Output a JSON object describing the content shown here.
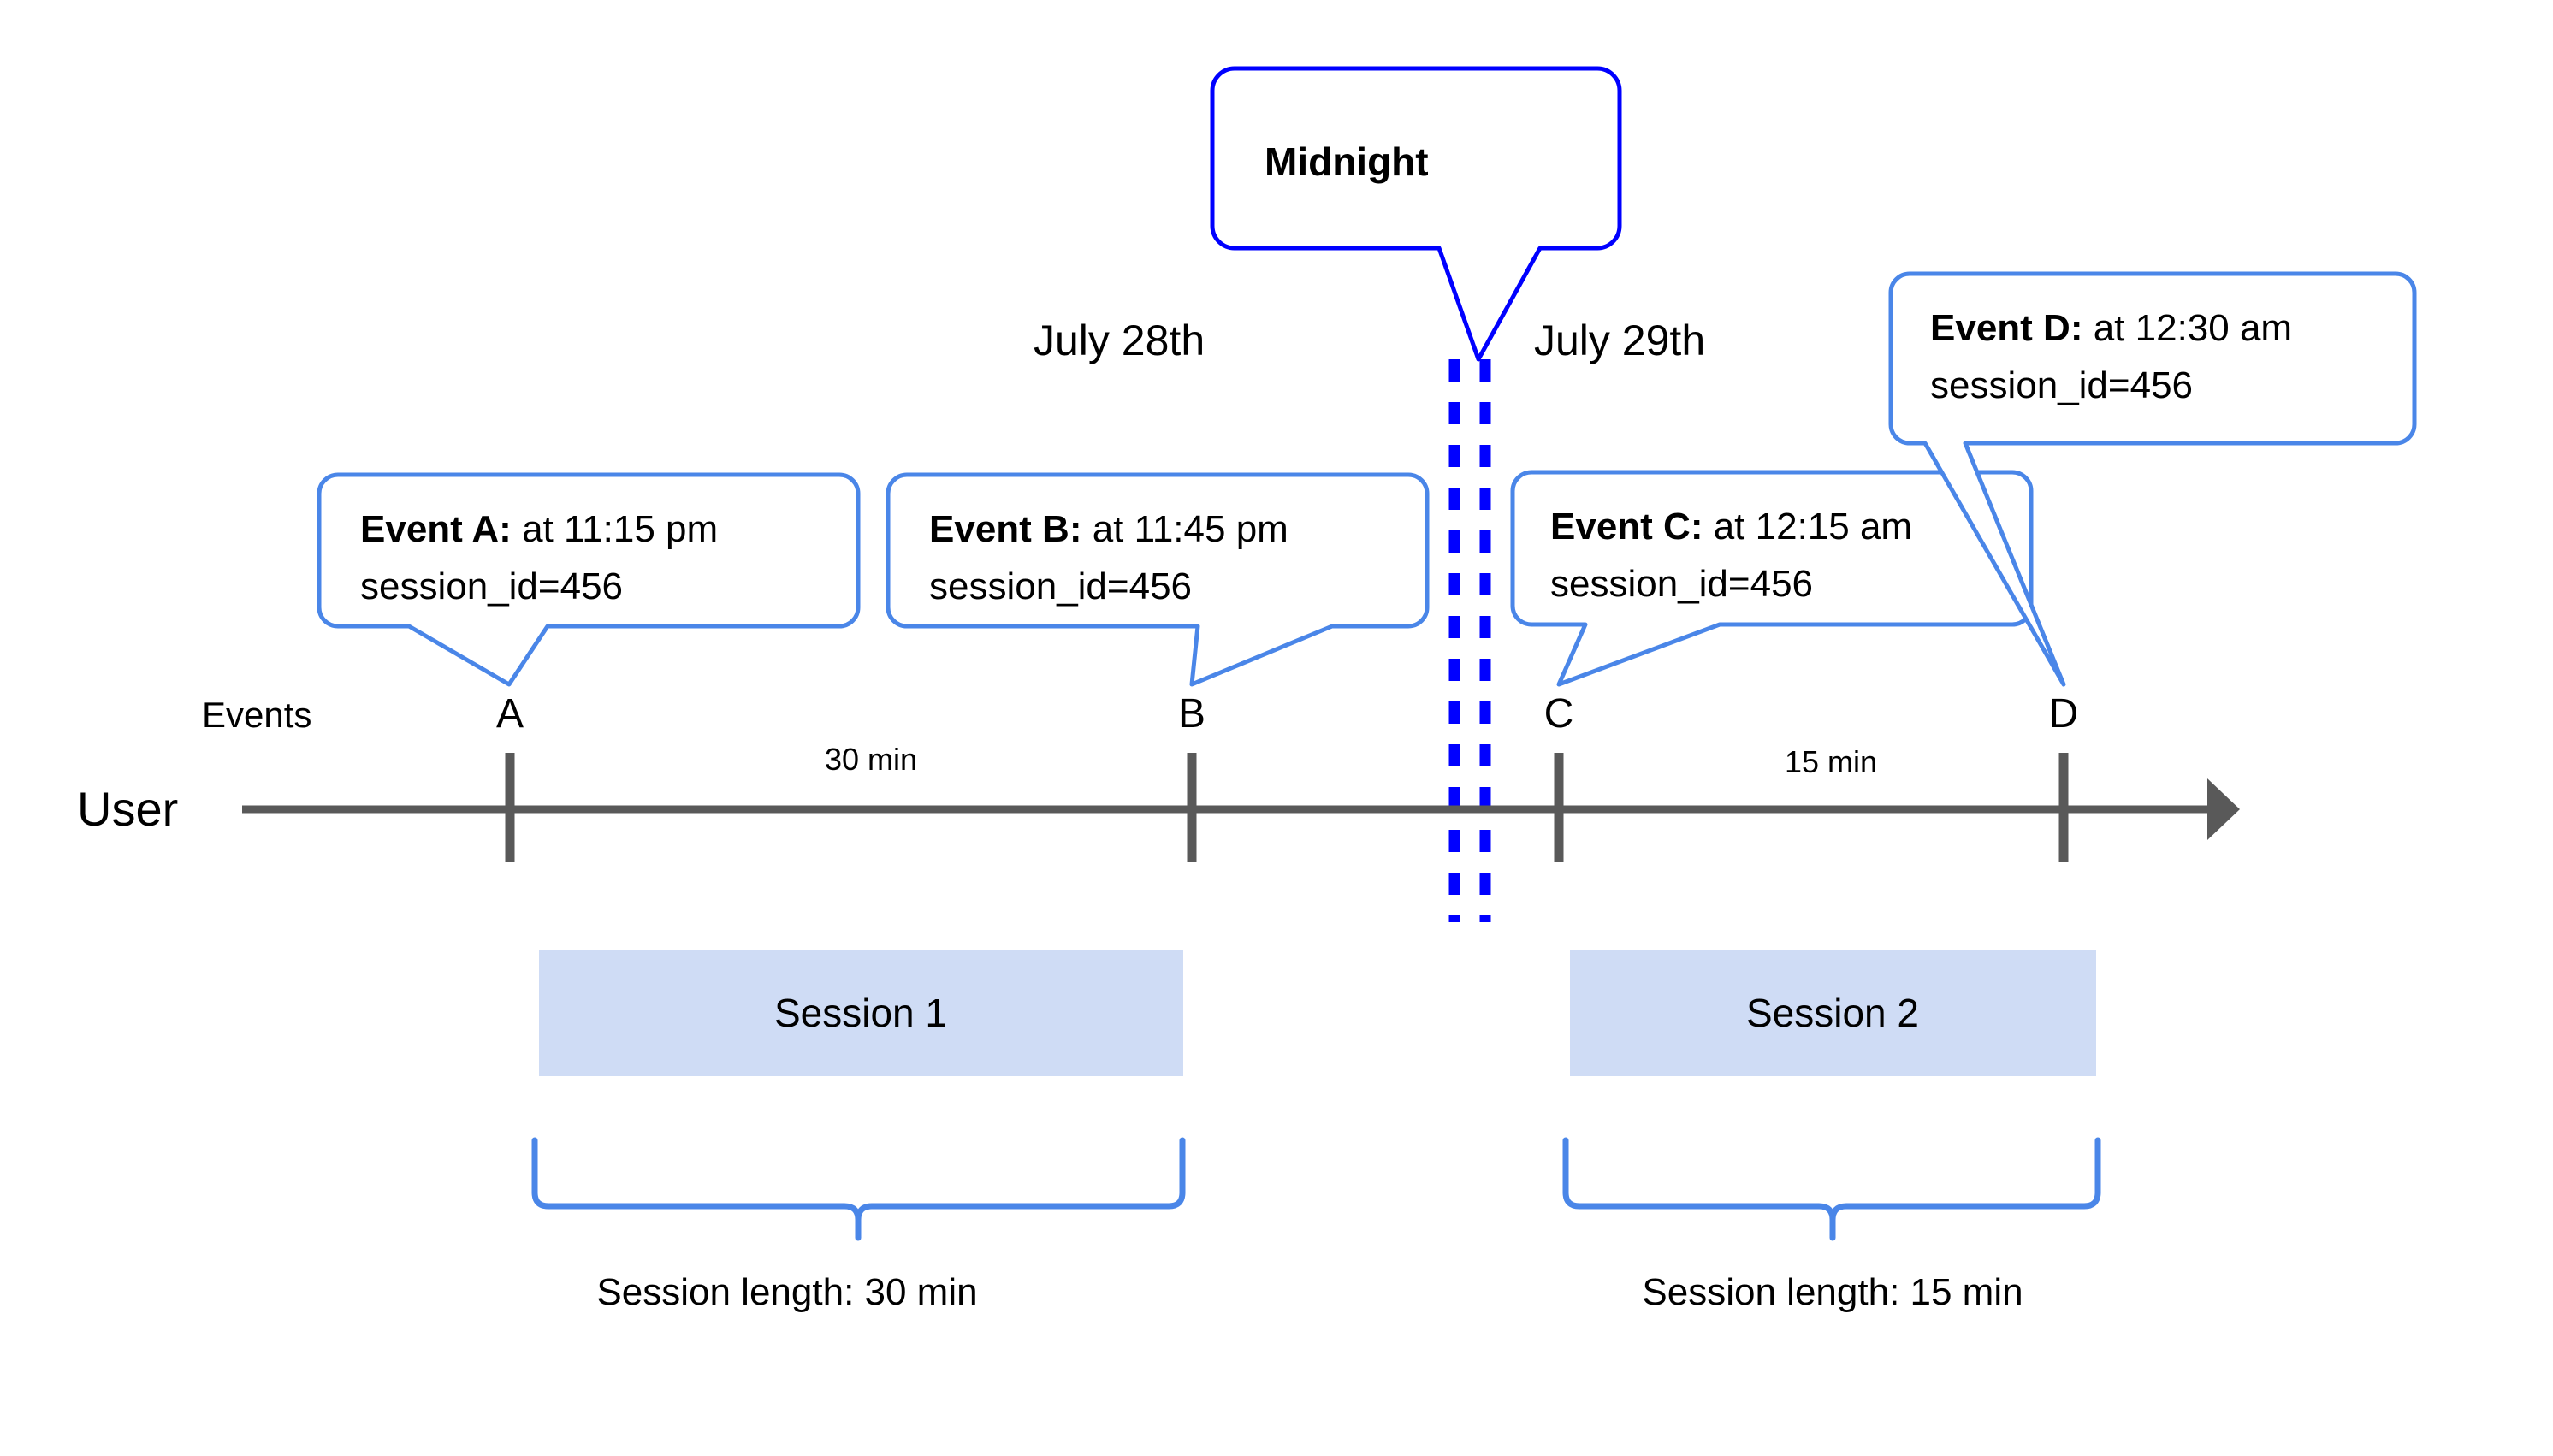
{
  "colors": {
    "callout_border": "#4a86e8",
    "midnight_border": "#0000ff",
    "midnight_dash": "#0000ff",
    "axis": "#595959",
    "tick": "#595959",
    "session_fill": "#cfdcf5",
    "brace": "#4a86e8",
    "text": "#000000"
  },
  "midnight": {
    "label": "Midnight"
  },
  "dates": {
    "left": "July 28th",
    "right": "July 29th"
  },
  "axis": {
    "row_label": "User",
    "events_label": "Events",
    "durations": [
      {
        "label": "30 min"
      },
      {
        "label": "15 min"
      }
    ]
  },
  "events": [
    {
      "tick": "A",
      "title": "Event A:",
      "detail": " at 11:15 pm",
      "line2": "session_id=456"
    },
    {
      "tick": "B",
      "title": "Event B:",
      "detail": " at 11:45 pm",
      "line2": "session_id=456"
    },
    {
      "tick": "C",
      "title": "Event C:",
      "detail": " at 12:15 am",
      "line2": "session_id=456"
    },
    {
      "tick": "D",
      "title": "Event D:",
      "detail": " at 12:30 am",
      "line2": "session_id=456"
    }
  ],
  "sessions": [
    {
      "name": "Session 1",
      "length_label": "Session length: 30 min"
    },
    {
      "name": "Session 2",
      "length_label": "Session length: 15 min"
    }
  ]
}
